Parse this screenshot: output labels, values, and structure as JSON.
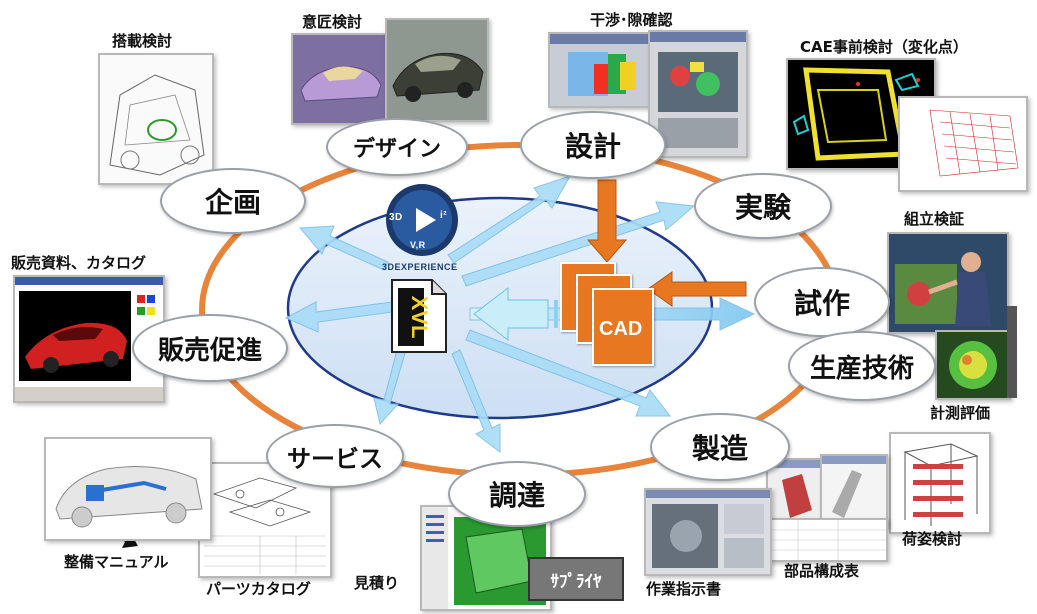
{
  "stages": {
    "kikaku": "企画",
    "design": "デザイン",
    "sekkei": "設計",
    "jikken": "実験",
    "shisaku": "試作",
    "seisan": "生産技術",
    "seizo": "製造",
    "chotatsu": "調達",
    "service": "サービス",
    "hanbai": "販売促進"
  },
  "captions": {
    "tousai": "搭載検討",
    "isho": "意匠検討",
    "kansho": "干渉･隙確認",
    "cae": "CAE事前検討（変化点）",
    "kumitate": "組立検証",
    "keisoku": "計測評価",
    "nisugata": "荷姿検討",
    "buhin": "部品構成表",
    "sagyo": "作業指示書",
    "mitsumori": "見積り",
    "parts": "パーツカタログ",
    "seibi": "整備マニュアル",
    "hanbai_shiryo": "販売資料、カタログ"
  },
  "supplier_label": "ｻﾌﾟﾗｲﾔ",
  "center": {
    "cad_label": "CAD",
    "xvl_label": "XVL",
    "logo_name": "3DEXPERIENCE",
    "logo_mark": "3D",
    "logo_sub": "V,R",
    "logo_i": "i²"
  },
  "colors": {
    "ring": "#e8833a",
    "ellipse_fill": "#dce8f8",
    "ellipse_stroke": "#1f3a8a",
    "arrow_light": "#9fd6f5",
    "cad_orange": "#e87722"
  }
}
